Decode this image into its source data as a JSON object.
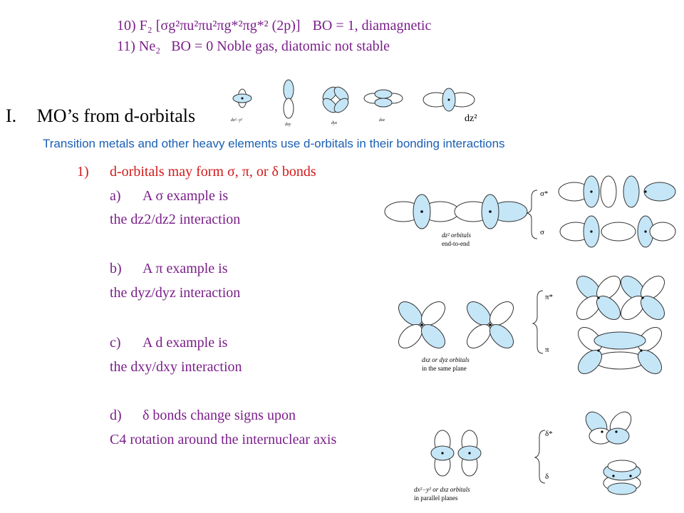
{
  "top": {
    "f2_num": "10)",
    "f2_formula": "F₂ [σg²πu²πu²πg*²πg*² (2p)]",
    "f2_note": "BO = 1, diamagnetic",
    "ne2_num": "11)",
    "ne2_formula": "Ne₂",
    "ne2_note": "BO = 0 Noble gas, diatomic not stable"
  },
  "section": {
    "roman": "I.",
    "title": "MO’s from d-orbitals",
    "intro": "Transition metals and other heavy elements use d-orbitals in their bonding interactions"
  },
  "items": {
    "n1_num": "1)",
    "n1_text": "d-orbitals may form σ, π, or δ bonds",
    "a_label": "a)",
    "a_text": "A σ  example is",
    "a_line2": "the dz2/dz2 interaction",
    "b_label": "b)",
    "b_text": "A π  example is",
    "b_line2": "the dyz/dyz interaction",
    "c_label": "c)",
    "c_text": "A d example is",
    "c_line2": "the dxy/dxy interaction",
    "d_label": "d)",
    "d_text": "δ  bonds change signs upon",
    "d_line2": "C4 rotation around the internuclear axis"
  },
  "figure_labels": {
    "orb1": "dx²−y²",
    "orb2": "dxy",
    "orb3": "dyz",
    "orb4": "dxz",
    "orb5": "dz²",
    "sigma_caption1": "dz² orbitals",
    "sigma_caption2": "end-to-end",
    "sigma_star": "σ*",
    "sigma": "σ",
    "pi_caption1": "dxz or dyz orbitals",
    "pi_caption2": "in the same plane",
    "pi_star": "π*",
    "pi": "π",
    "delta_caption1": "dx²−y² or dxz orbitals",
    "delta_caption2": "in parallel planes",
    "delta_star": "δ*",
    "delta": "δ"
  },
  "colors": {
    "lobe_fill": "#c5e6f7",
    "purple_text": "#7a1f8a",
    "blue_text": "#1a5fb4",
    "red_text": "#d31a1a"
  }
}
